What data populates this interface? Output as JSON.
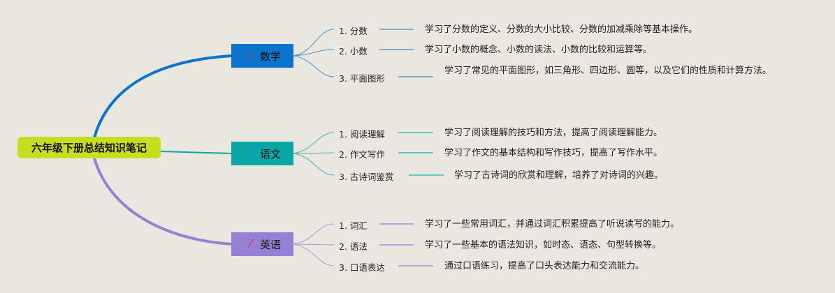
{
  "root": {
    "title": "六年级下册总结知识笔记",
    "color": "#c5de1f"
  },
  "branches": [
    {
      "title": "数学",
      "icon": "star-icon",
      "color": "#0a74cf",
      "items": [
        {
          "label": "1. 分数",
          "desc": "学习了分数的定义、分数的大小比较、分数的加减乘除等基本操作。"
        },
        {
          "label": "2. 小数",
          "desc": "学习了小数的概念、小数的读法、小数的比较和运算等。"
        },
        {
          "label": "3. 平面图形",
          "desc": "学习了常见的平面图形，如三角形、四边形、圆等，以及它们的性质和计算方法。"
        }
      ]
    },
    {
      "title": "语文",
      "icon": "paper-plane-icon",
      "color": "#0aa5a5",
      "items": [
        {
          "label": "1. 阅读理解",
          "desc": "学习了阅读理解的技巧和方法，提高了阅读理解能力。"
        },
        {
          "label": "2. 作文写作",
          "desc": "学习了作文的基本结构和写作技巧，提高了写作水平。"
        },
        {
          "label": "3. 古诗词鉴赏",
          "desc": "学习了古诗词的欣赏和理解，培养了对诗词的兴趣。"
        }
      ]
    },
    {
      "title": "英语",
      "icon": "magic-wand-icon",
      "color": "#9580d4",
      "items": [
        {
          "label": "1. 词汇",
          "desc": "学习了一些常用词汇，并通过词汇积累提高了听说读写的能力。"
        },
        {
          "label": "2. 语法",
          "desc": "学习了一些基本的语法知识，如时态、语态、句型转换等。"
        },
        {
          "label": "3. 口语表达",
          "desc": "通过口语练习，提高了口头表达能力和交流能力。"
        }
      ]
    }
  ]
}
